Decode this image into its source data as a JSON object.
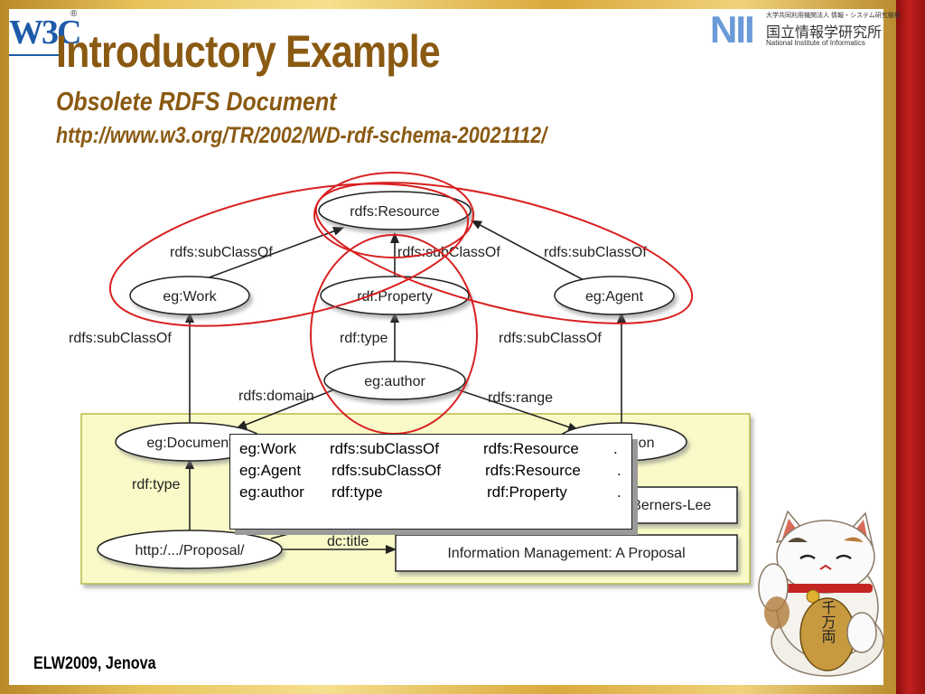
{
  "slide": {
    "title": "Introductory Example",
    "subtitle": "Obsolete RDFS Document",
    "url": "http://www.w3.org/TR/2002/WD-rdf-schema-20021112/",
    "footer": "ELW2009, Jenova"
  },
  "logos": {
    "w3c": "W3C",
    "w3c_mark": "®",
    "nii": "NII",
    "nii_small": "大学共同利用機関法人 情報・システム研究機構",
    "nii_jp": "国立情報学研究所",
    "nii_en": "National Institute of Informatics"
  },
  "diagram": {
    "nodes": {
      "resource": "rdfs:Resource",
      "work": "eg:Work",
      "property": "rdf:Property",
      "agent": "eg:Agent",
      "author": "eg:author",
      "document": "eg:Document",
      "person": "eg:Person",
      "proposal": "http:/.../Proposal/",
      "berners_lee": "Tim Berners-Lee",
      "info_mgmt": "Information Management: A Proposal"
    },
    "edges": {
      "work_subclass": "rdfs:subClassOf",
      "property_subclass": "rdfs:subClassOf",
      "agent_subclass": "rdfs:subClassOf",
      "document_subclass": "rdfs:subClassOf",
      "person_subclass": "rdfs:subClassOf",
      "author_type": "rdf:type",
      "author_domain": "rdfs:domain",
      "author_range": "rdfs:range",
      "proposal_type": "rdf:type",
      "proposal_title": "dc:title"
    },
    "colors": {
      "highlight": "#d82020",
      "panel": "#fafac8",
      "panel_border": "#b9b94a"
    }
  },
  "triples": [
    {
      "s": "eg:Work",
      "p": "rdfs:subClassOf",
      "o": "rdfs:Resource",
      "end": "."
    },
    {
      "s": "eg:Agent",
      "p": "rdfs:subClassOf",
      "o": "rdfs:Resource",
      "end": "."
    },
    {
      "s": "eg:author",
      "p": "rdf:type",
      "o": "rdf:Property",
      "end": "."
    }
  ],
  "decor": {
    "cat_icon": "maneki-neko-icon",
    "cat_coin_text": "千万両"
  }
}
